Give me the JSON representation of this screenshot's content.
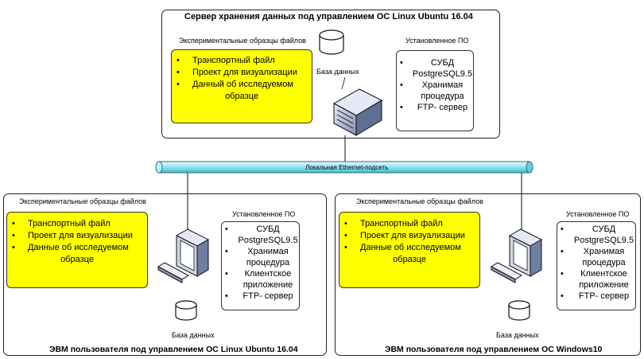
{
  "network": {
    "label": "Локальная Ethernet-подсеть"
  },
  "server": {
    "title": "Сервер хранения данных под управлением ОС  Linux Ubuntu 16.04",
    "files_caption": "Экспериментальные образцы файлов",
    "files": [
      "Транспортный файл",
      "Проект для визуализации",
      "Данный об исследуемом"
    ],
    "files_cont": "образце",
    "software_caption": "Установленное ПО",
    "software": [
      {
        "l1": "СУБД",
        "l2": "PostgreSQL9.5"
      },
      {
        "l1": "Хранимая",
        "l2": "процедура"
      },
      {
        "l1": "FTP- сервер",
        "l2": ""
      }
    ],
    "db_label": "База данных"
  },
  "client_linux": {
    "title": "ЭВМ пользователя под управлением ОС Linux Ubuntu 16.04",
    "files_caption": "Экспериментальные образцы файлов",
    "files": [
      "Транспортный файл",
      "Проект для визуализации",
      "Данные об исследуемом"
    ],
    "files_cont": "образце",
    "software_caption": "Установленное ПО",
    "software": [
      {
        "l1": "СУБД",
        "l2": "PostgreSQL9.5"
      },
      {
        "l1": "Хранимая",
        "l2": "процедура"
      },
      {
        "l1": "Клиентское",
        "l2": "приложение"
      },
      {
        "l1": "FTP- сервер",
        "l2": ""
      }
    ],
    "db_label": "База данных"
  },
  "client_windows": {
    "title": "ЭВМ пользователя под управлением ОС  Windows10",
    "files_caption": "Экспериментальные образцы файлов",
    "files": [
      "Транспортный файл",
      "Проект для визуализации",
      "Данные об исследуемом"
    ],
    "files_cont": "образце",
    "software_caption": "Установленное ПО",
    "software": [
      {
        "l1": "СУБД",
        "l2": "PostgreSQL9.5"
      },
      {
        "l1": "Хранимая",
        "l2": "процедура"
      },
      {
        "l1": "Клиентское",
        "l2": "приложение"
      },
      {
        "l1": "FTP- сервер",
        "l2": ""
      }
    ],
    "db_label": "База данных"
  }
}
